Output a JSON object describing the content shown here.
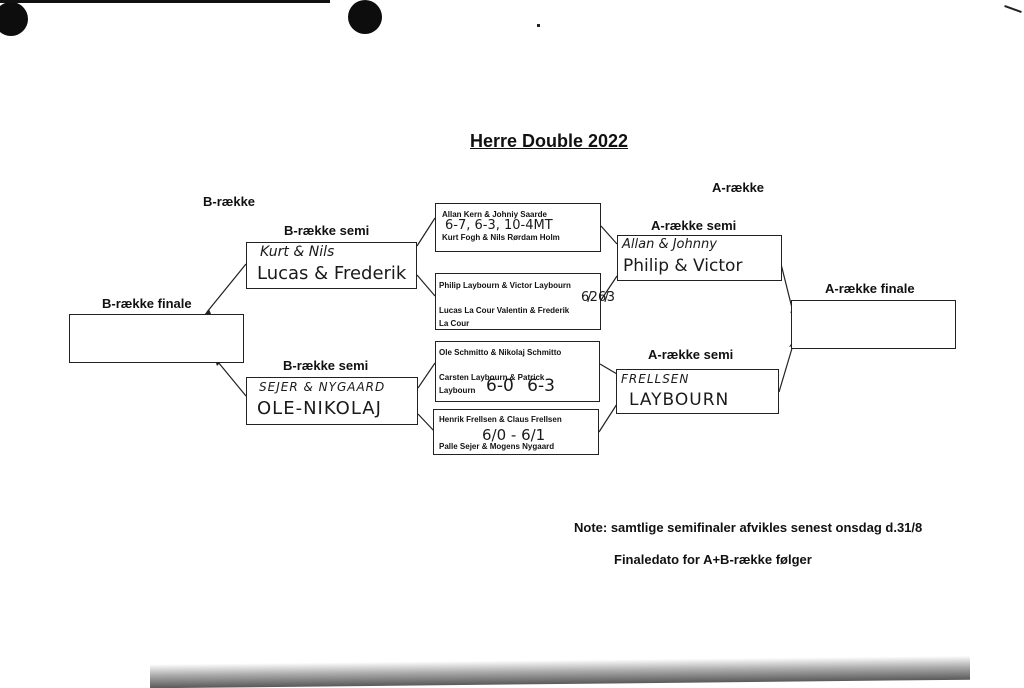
{
  "title": "Herre Double 2022",
  "b_section": {
    "heading": "B-række",
    "semi_top_label": "B-række semi",
    "semi_bottom_label": "B-række semi",
    "finale_label": "B-række finale",
    "semi_top_hand_1": "Kurt & Nils",
    "semi_top_hand_2": "Lucas & Frederik",
    "semi_bottom_hand_1": "SEJER & NYGAARD",
    "semi_bottom_hand_2": "OLE-NIKOLAJ"
  },
  "a_section": {
    "heading": "A-række",
    "semi_top_label": "A-række semi",
    "semi_bottom_label": "A-række semi",
    "finale_label": "A-række finale",
    "semi_top_hand_1": "Allan & Johnny",
    "semi_top_hand_2": "Philip & Victor",
    "semi_bottom_hand_1": "FRELLSEN",
    "semi_bottom_hand_2": "LAYBOURN"
  },
  "matches": [
    {
      "line1": "Allan Kern & Johniy Saarde",
      "line2": "Kurt Fogh & Nils Rørdam Holm",
      "score": "6-7, 6-3, 10-4MT"
    },
    {
      "line1": "Philip Laybourn & Victor Laybourn",
      "line2": "Lucas La Cour Valentin & Frederik",
      "line3": "La Cour",
      "score": "6/2 6/3"
    },
    {
      "line1": "Ole Schmitto & Nikolaj Schmitto",
      "line2": "Carsten Laybourn & Patrick",
      "line3": "Laybourn",
      "score": "6-0  6-3"
    },
    {
      "line1": "Henrik Frellsen & Claus Frellsen",
      "line2": "Palle Sejer & Mogens Nygaard",
      "score": "6/0 - 6/1"
    }
  ],
  "notes": {
    "line1": "Note: samtlige semifinaler afvikles senest onsdag d.31/8",
    "line2": "Finaledato for A+B-række følger"
  }
}
